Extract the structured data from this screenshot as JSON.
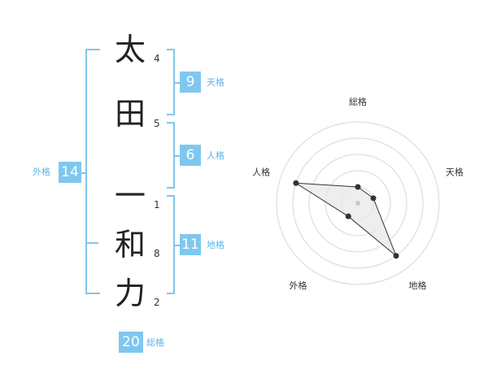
{
  "characters": [
    {
      "char": "太",
      "strokes": "4"
    },
    {
      "char": "田",
      "strokes": "5"
    },
    {
      "char": "一",
      "strokes": "1"
    },
    {
      "char": "和",
      "strokes": "8"
    },
    {
      "char": "力",
      "strokes": "2"
    }
  ],
  "kakusu": {
    "tenkaku": {
      "value": "9",
      "label": "天格"
    },
    "jinkaku": {
      "value": "6",
      "label": "人格"
    },
    "chikaku": {
      "value": "11",
      "label": "地格"
    },
    "gaikaku": {
      "value": "14",
      "label": "外格"
    },
    "soukaku": {
      "value": "20",
      "label": "総格"
    }
  },
  "radar": {
    "axes": [
      "総格",
      "天格",
      "地格",
      "外格",
      "人格"
    ],
    "levels": 5,
    "values": [
      0.2,
      0.2,
      0.8,
      0.2,
      0.8
    ]
  },
  "colors": {
    "accent": "#7fc7ef",
    "accent_text": "#5bb5ea"
  }
}
